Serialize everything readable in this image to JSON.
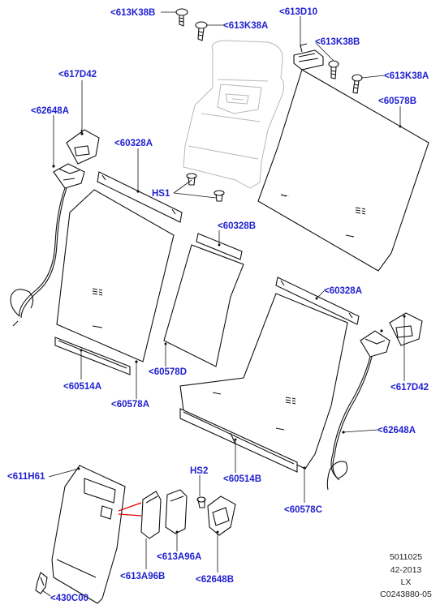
{
  "callouts": {
    "c613K38B_top": "<613K38B",
    "c613K38A_top": "<613K38A",
    "c613D10": "<613D10",
    "c613K38B_right": "<613K38B",
    "c613K38A_right": "<613K38A",
    "c617D42_left": "<617D42",
    "c60578B": "<60578B",
    "c62648A_left": "<62648A",
    "c60328A_left": "<60328A",
    "cHS1": "HS1",
    "c60328B": "<60328B",
    "c60328A_right": "<60328A",
    "c60514A": "<60514A",
    "c60578D": "<60578D",
    "c60578A": "<60578A",
    "c617D42_right": "<617D42",
    "c62648A_right": "<62648A",
    "c611H61": "<611H61",
    "cHS2": "HS2",
    "c60514B": "<60514B",
    "c60578C": "<60578C",
    "c613A96B": "<613A96B",
    "c613A96A": "<613A96A",
    "c62648B": "<62648B",
    "c430C00": "<430C00"
  },
  "meta": {
    "line1": "5011025",
    "line2": "42-2013",
    "line3": "LX",
    "line4": "C0243880-05"
  }
}
